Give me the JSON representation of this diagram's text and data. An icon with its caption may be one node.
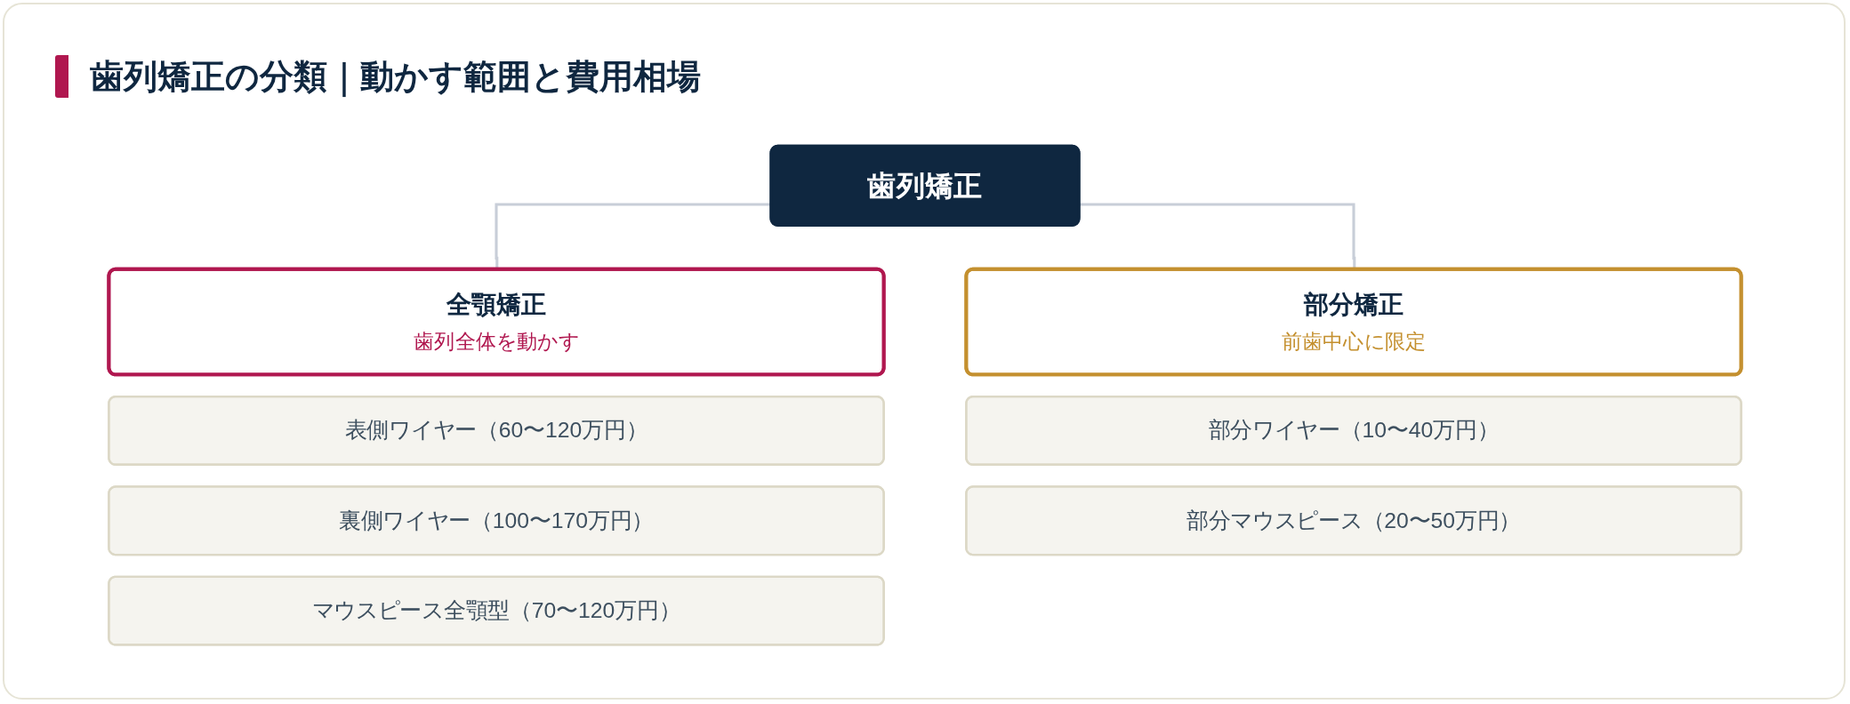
{
  "diagram": {
    "title": "歯列矯正の分類｜動かす範囲と費用相場",
    "nodes": [
      {
        "text": [
          "歯列矯正"
        ]
      },
      {
        "text": [
          "全顎矯正",
          "歯列全体を動かす"
        ]
      },
      {
        "text": [
          "部分矯正",
          "前歯中心に限定"
        ]
      },
      {
        "text": [
          "表側ワイヤー（60〜120万円）"
        ]
      },
      {
        "text": [
          "裏側ワイヤー（100〜170万円）"
        ]
      },
      {
        "text": [
          "マウスピース全顎型（70〜120万円）"
        ]
      },
      {
        "text": [
          "部分ワイヤー（10〜40万円）"
        ]
      },
      {
        "text": [
          "部分マウスピース（20〜50万円）"
        ]
      }
    ],
    "edges": [
      {
        "from": 0,
        "to": 1,
        "arrow": "none"
      },
      {
        "from": 0,
        "to": 2,
        "arrow": "none"
      }
    ]
  }
}
